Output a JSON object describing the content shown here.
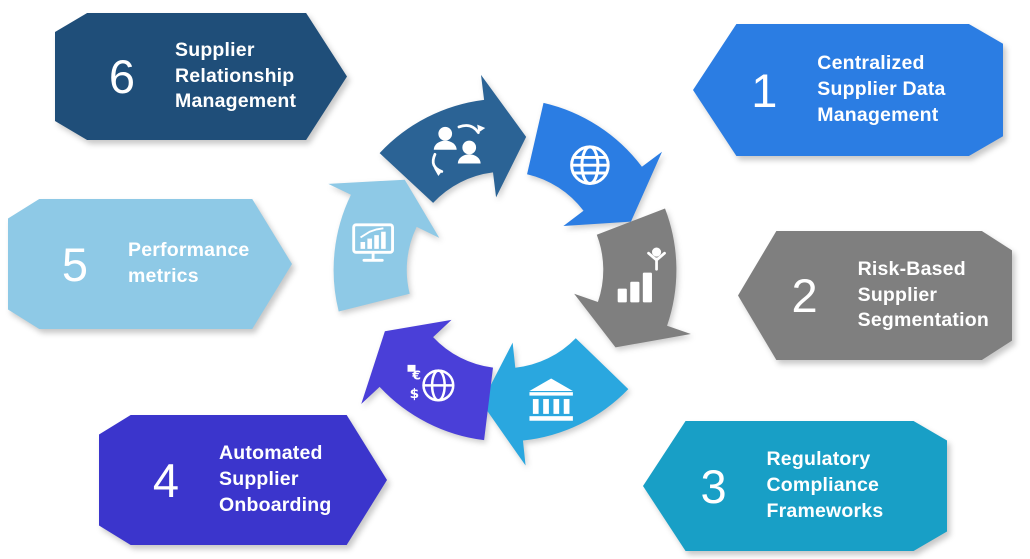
{
  "diagram": {
    "type": "cycle",
    "steps": [
      {
        "number": "1",
        "label": "Centralized Supplier Data Management",
        "lines": [
          "Centralized",
          "Supplier Data",
          "Management"
        ],
        "color": "#2B7DE3",
        "icon": "globe-icon"
      },
      {
        "number": "2",
        "label": "Risk-Based Supplier Segmentation",
        "lines": [
          "Risk-Based",
          "Supplier",
          "Segmentation"
        ],
        "color": "#7F7F7F",
        "icon": "growth-person-icon"
      },
      {
        "number": "3",
        "label": "Regulatory Compliance Frameworks",
        "lines": [
          "Regulatory",
          "Compliance",
          "Frameworks"
        ],
        "color": "#189FC6",
        "icon": "bank-icon"
      },
      {
        "number": "4",
        "label": "Automated Supplier Onboarding",
        "lines": [
          "Automated",
          "Supplier",
          "Onboarding"
        ],
        "color": "#3B35CC",
        "icon": "global-trade-icon"
      },
      {
        "number": "5",
        "label": "Performance metrics",
        "lines": [
          "Performance",
          "metrics"
        ],
        "color": "#8EC9E6",
        "icon": "monitor-chart-icon"
      },
      {
        "number": "6",
        "label": "Supplier Relationship Management",
        "lines": [
          "Supplier",
          "Relationship",
          "Management"
        ],
        "color": "#1F4E79",
        "icon": "people-exchange-icon"
      }
    ],
    "arrow_colors": {
      "top": "#2B6395",
      "upper_right": "#2B7DE3",
      "lower_right": "#7F7F7F",
      "bottom": "#2AA7DF",
      "lower_left": "#4A3FD8",
      "upper_left": "#8EC9E6"
    },
    "icon_symbols": {
      "euro": "€",
      "dollar": "$"
    }
  }
}
